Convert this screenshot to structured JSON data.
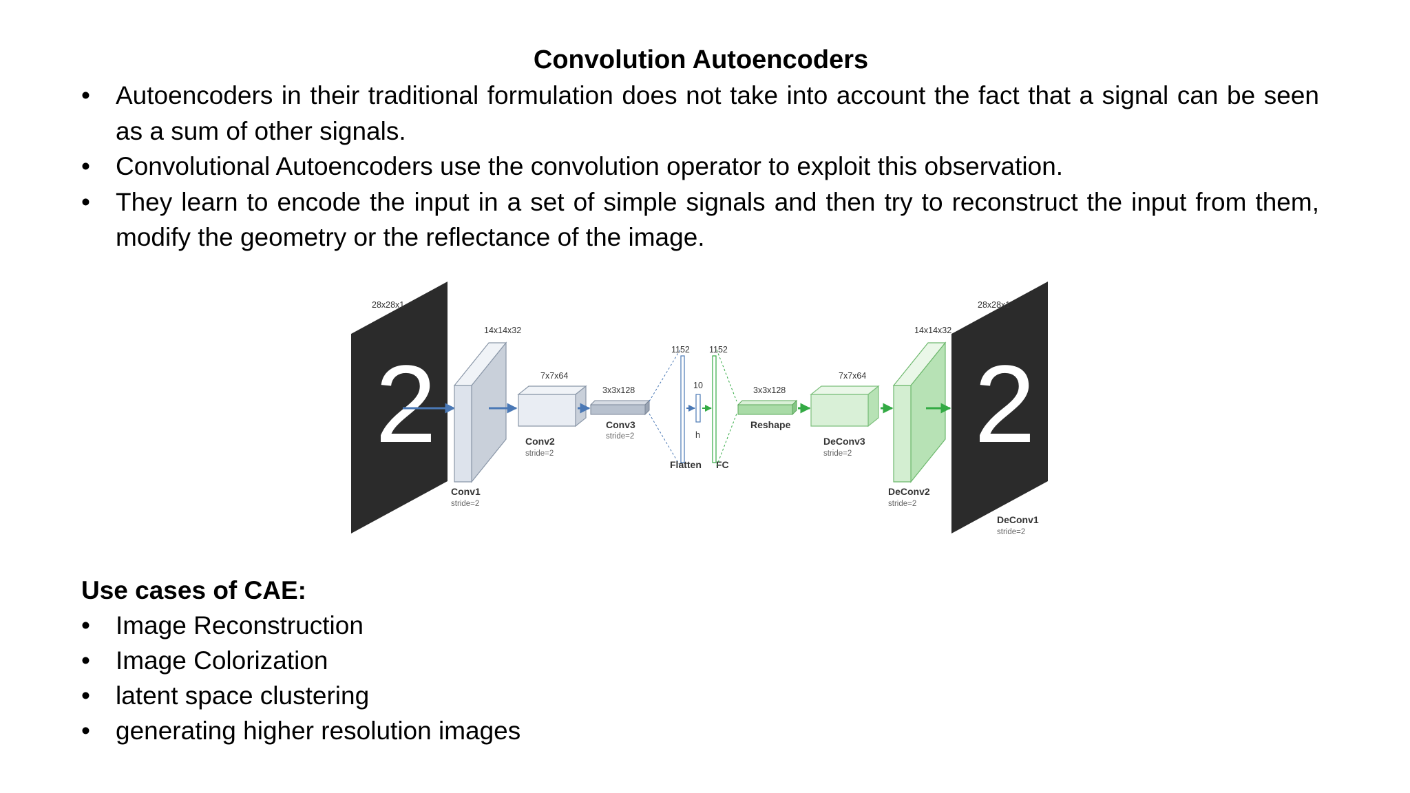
{
  "slide": {
    "title": "Convolution Autoencoders",
    "bullets": [
      "Autoencoders in their traditional formulation does not take into account the fact that a signal can be seen as a sum of other signals.",
      "Convolutional Autoencoders use the convolution operator to exploit this observation.",
      "They learn to encode the input in a set of simple signals and then try to reconstruct the input from them, modify the geometry or the reflectance of the image."
    ],
    "bullet_char": "•"
  },
  "diagram": {
    "input_size": "28x28x1",
    "input_digit": "2",
    "output_size": "28x28x1",
    "output_digit": "2",
    "conv1": {
      "size": "14x14x32",
      "name": "Conv1",
      "stride": "stride=2"
    },
    "conv2": {
      "size": "7x7x64",
      "name": "Conv2",
      "stride": "stride=2"
    },
    "conv3": {
      "size": "3x3x128",
      "name": "Conv3",
      "stride": "stride=2"
    },
    "flatten": {
      "size": "1152",
      "name": "Flatten"
    },
    "latent": {
      "size": "10",
      "name": "h"
    },
    "fc": {
      "size": "1152",
      "name": "FC"
    },
    "reshape": {
      "size": "3x3x128",
      "name": "Reshape"
    },
    "deconv3": {
      "size": "7x7x64",
      "name": "DeConv3",
      "stride": "stride=2"
    },
    "deconv2": {
      "size": "14x14x32",
      "name": "DeConv2",
      "stride": "stride=2"
    },
    "deconv1": {
      "name": "DeConv1",
      "stride": "stride=2"
    },
    "colors": {
      "encoder_arrow": "#4a78b5",
      "decoder_arrow": "#33aa44",
      "encoder_fill": "#dde3ec",
      "decoder_fill": "#c9ecc8",
      "image_bg": "#2b2b2b"
    }
  },
  "usecases": {
    "heading": "Use cases of CAE:",
    "items": [
      "Image Reconstruction",
      "Image Colorization",
      "latent space clustering",
      "generating higher resolution images"
    ]
  }
}
